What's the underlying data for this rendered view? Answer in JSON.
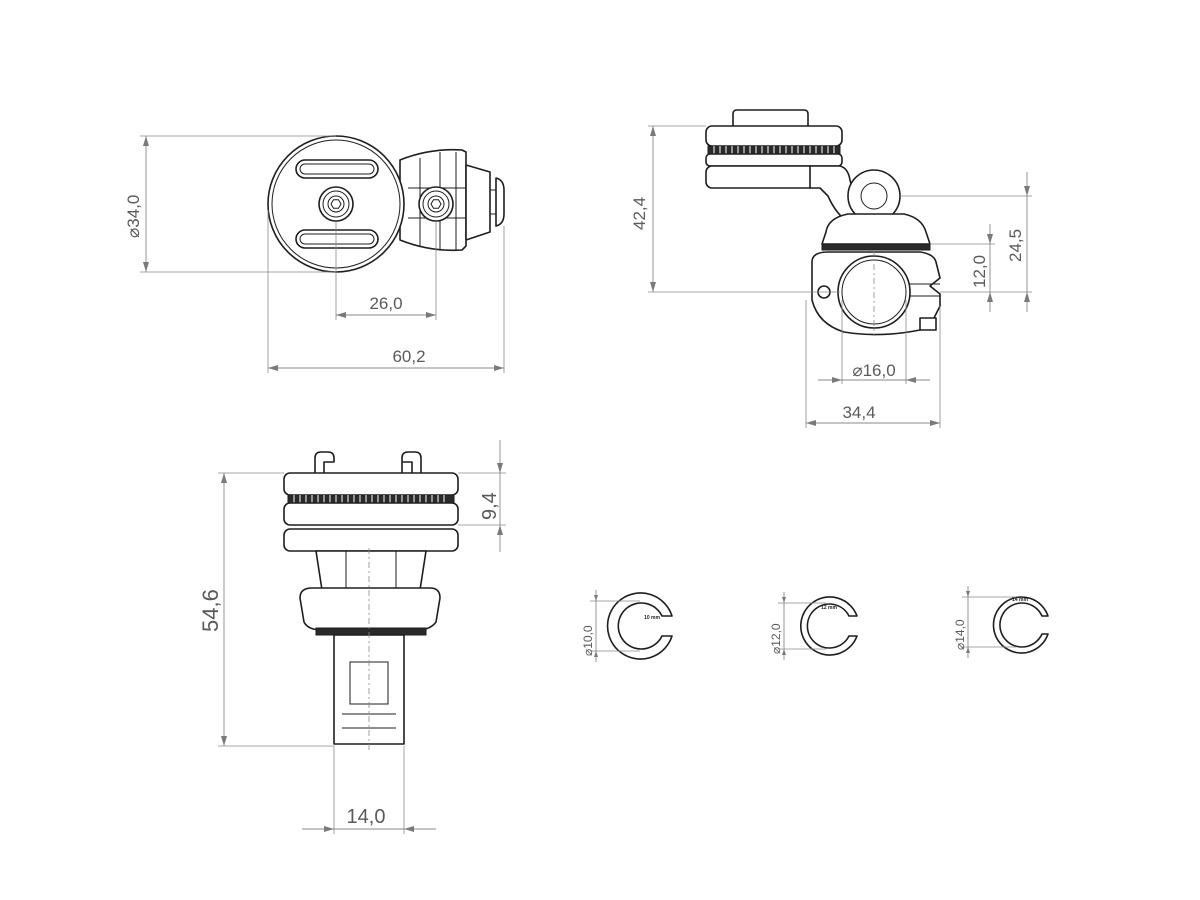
{
  "dimensions": {
    "top_view": {
      "diameter": "34,0",
      "screw_spacing": "26,0",
      "overall_length": "60,2"
    },
    "side_view": {
      "height": "42,4",
      "pivot_offset": "24,5",
      "clamp_offset": "12,0",
      "clamp_diameter": "16,0",
      "clamp_width": "34,4"
    },
    "front_view": {
      "head_height": "9,4",
      "overall_height": "54,6",
      "clamp_width": "14,0"
    }
  },
  "inserts": [
    {
      "diameter": "10,0",
      "label": "10 mm"
    },
    {
      "diameter": "12,0",
      "label": "12 mm"
    },
    {
      "diameter": "14,0",
      "label": "14 mm"
    }
  ],
  "symbols": {
    "diameter": "⌀"
  }
}
